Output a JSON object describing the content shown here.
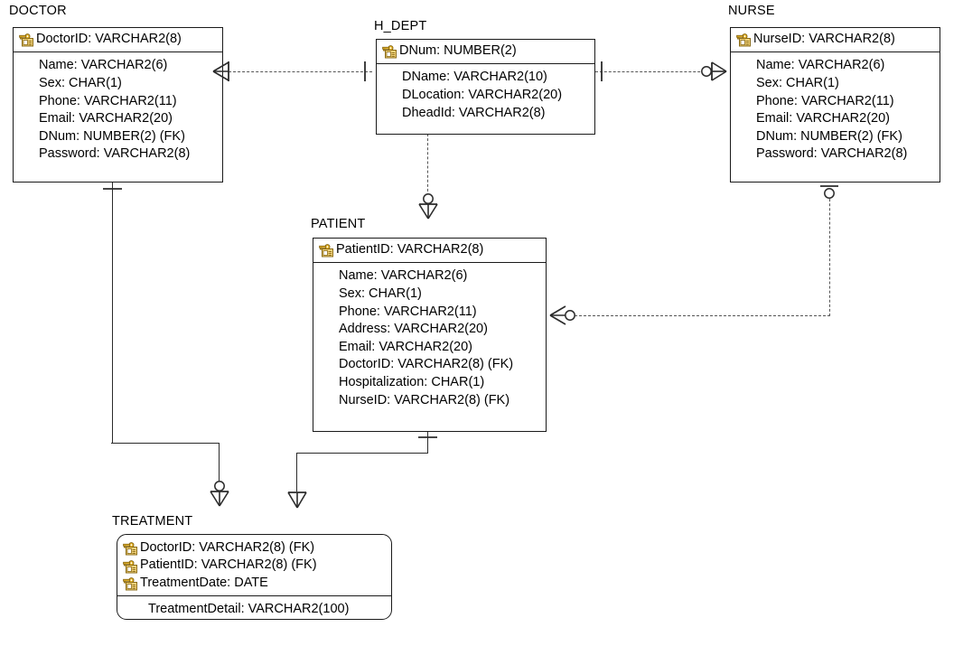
{
  "diagram": {
    "type": "entity-relationship-diagram",
    "notation": "crow's-foot (IE) with identifying / non-identifying relationships",
    "background_color": "#ffffff",
    "line_color": "#2b2b2b",
    "dashed_line_color": "#555555",
    "text_color": "#000000",
    "key_icon_color": "#e8b423"
  },
  "entities": [
    {
      "id": "doctor",
      "title": "DOCTOR",
      "shape": "rectangle",
      "primary_keys": [
        {
          "icon": "primary-key-icon",
          "text": "DoctorID: VARCHAR2(8)"
        }
      ],
      "attributes": [
        "Name: VARCHAR2(6)",
        "Sex: CHAR(1)",
        "Phone: VARCHAR2(11)",
        "Email: VARCHAR2(20)",
        "DNum: NUMBER(2) (FK)",
        "Password: VARCHAR2(8)"
      ]
    },
    {
      "id": "h_dept",
      "title": "H_DEPT",
      "shape": "rectangle",
      "primary_keys": [
        {
          "icon": "primary-key-icon",
          "text": "DNum: NUMBER(2)"
        }
      ],
      "attributes": [
        "DName: VARCHAR2(10)",
        "DLocation: VARCHAR2(20)",
        "DheadId: VARCHAR2(8)"
      ]
    },
    {
      "id": "nurse",
      "title": "NURSE",
      "shape": "rectangle",
      "primary_keys": [
        {
          "icon": "primary-key-icon",
          "text": "NurseID: VARCHAR2(8)"
        }
      ],
      "attributes": [
        "Name: VARCHAR2(6)",
        "Sex: CHAR(1)",
        "Phone: VARCHAR2(11)",
        "Email: VARCHAR2(20)",
        "DNum: NUMBER(2) (FK)",
        "Password: VARCHAR2(8)"
      ]
    },
    {
      "id": "patient",
      "title": "PATIENT",
      "shape": "rectangle",
      "primary_keys": [
        {
          "icon": "primary-key-icon",
          "text": "PatientID: VARCHAR2(8)"
        }
      ],
      "attributes": [
        "Name: VARCHAR2(6)",
        "Sex: CHAR(1)",
        "Phone: VARCHAR2(11)",
        "Address: VARCHAR2(20)",
        "Email: VARCHAR2(20)",
        "DoctorID: VARCHAR2(8) (FK)",
        "Hospitalization: CHAR(1)",
        "NurseID: VARCHAR2(8) (FK)"
      ]
    },
    {
      "id": "treatment",
      "title": "TREATMENT",
      "shape": "rounded-rectangle",
      "primary_keys": [
        {
          "icon": "primary-key-icon",
          "text": "DoctorID: VARCHAR2(8) (FK)"
        },
        {
          "icon": "primary-key-icon",
          "text": "PatientID: VARCHAR2(8) (FK)"
        },
        {
          "icon": "primary-key-icon",
          "text": "TreatmentDate: DATE"
        }
      ],
      "attributes": [
        "TreatmentDetail: VARCHAR2(100)"
      ]
    }
  ],
  "relationships": [
    {
      "id": "doctor-hdept",
      "from": "h_dept",
      "to": "doctor",
      "line_style": "dashed",
      "from_cardinality": "one (bar)",
      "to_cardinality": "many (crow's foot + bar)"
    },
    {
      "id": "hdept-nurse",
      "from": "h_dept",
      "to": "nurse",
      "line_style": "dashed",
      "from_cardinality": "one (bar)",
      "to_cardinality": "zero-or-many (circle + crow's foot)"
    },
    {
      "id": "hdept-patient",
      "from": "h_dept",
      "to": "patient",
      "line_style": "dashed",
      "from_cardinality": "one",
      "to_cardinality": "zero-or-many (circle + crow's foot)"
    },
    {
      "id": "patient-nurse",
      "from": "nurse",
      "to": "patient",
      "line_style": "dashed",
      "from_cardinality": "zero-or-one (bar + circle)",
      "to_cardinality": "zero-or-many (crow's foot + circle)"
    },
    {
      "id": "doctor-treatment",
      "from": "doctor",
      "to": "treatment",
      "line_style": "solid",
      "from_cardinality": "one (bar)",
      "to_cardinality": "zero-or-many (circle + crow's foot)"
    },
    {
      "id": "patient-treatment",
      "from": "patient",
      "to": "treatment",
      "line_style": "solid",
      "from_cardinality": "one (bar)",
      "to_cardinality": "many (crow's foot + bar)"
    }
  ]
}
